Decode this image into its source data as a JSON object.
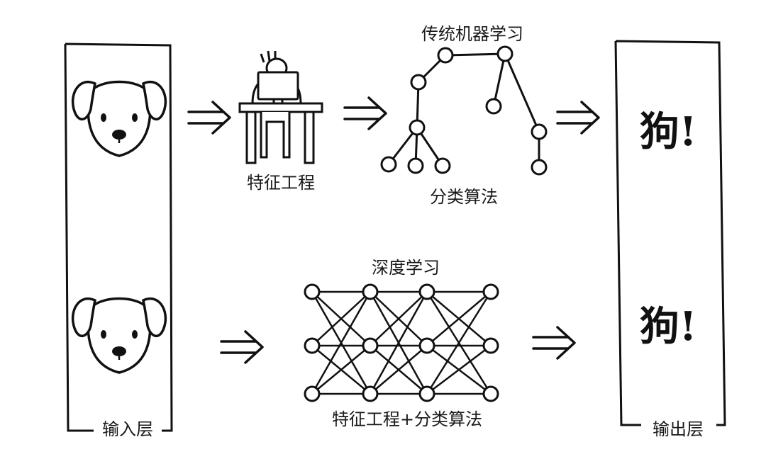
{
  "labels": {
    "traditional_ml": "传统机器学习",
    "feature_engineering": "特征工程",
    "classification_algorithm": "分类算法",
    "deep_learning": "深度学习",
    "fe_plus_classification": "特征工程+分类算法",
    "input_layer": "输入层",
    "output_layer": "输出层"
  },
  "outputs": {
    "top_result": "狗!",
    "bottom_result": "狗!"
  },
  "neural_network": {
    "layers": [
      3,
      3,
      3,
      3
    ]
  },
  "colors": {
    "ink": "#111111",
    "background": "#ffffff"
  }
}
